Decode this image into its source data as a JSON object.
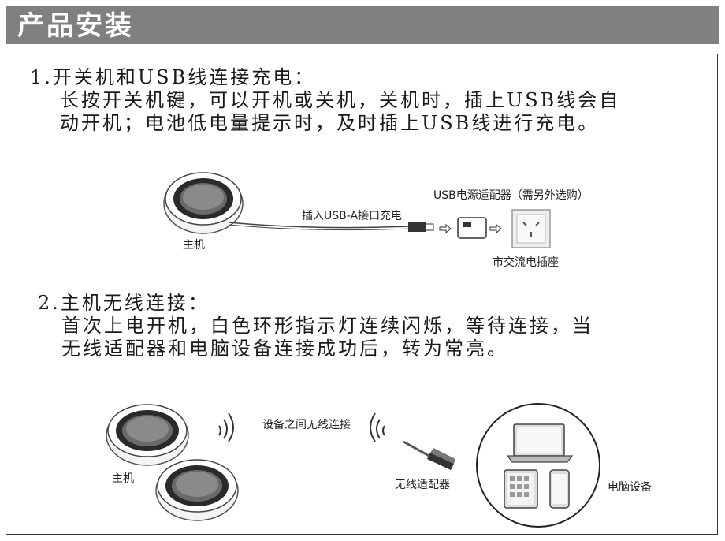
{
  "header": {
    "title": "产品安装"
  },
  "step1": {
    "title": "1.开关机和USB线连接充电：",
    "body_line1": "长按开关机键，可以开机或关机，关机时，插上USB线会自",
    "body_line2": "动开机；电池低电量提示时，及时插上USB线进行充电。",
    "labels": {
      "host": "主机",
      "cable": "插入USB-A接口充电",
      "adapter": "USB电源适配器（需另外选购）",
      "socket": "市交流电插座"
    }
  },
  "step2": {
    "title": "2.主机无线连接：",
    "body_line1": "首次上电开机，白色环形指示灯连续闪烁，等待连接，当",
    "body_line2": "无线适配器和电脑设备连接成功后，转为常亮。",
    "labels": {
      "host": "主机",
      "wireless": "设备之间无线连接",
      "dongle": "无线适配器",
      "computer": "电脑设备"
    }
  },
  "colors": {
    "header_bg": "#808080",
    "header_text": "#ffffff",
    "line": "#333333"
  }
}
